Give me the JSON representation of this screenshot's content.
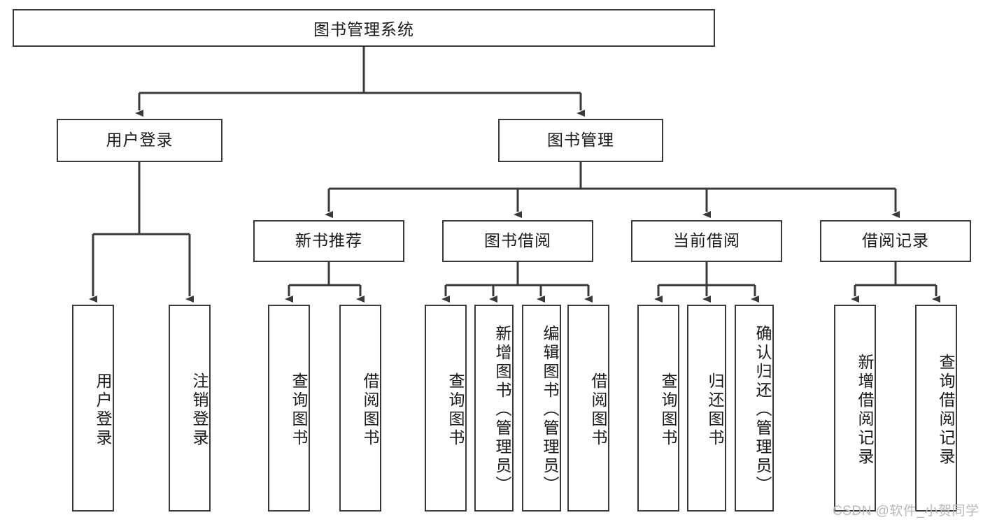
{
  "diagram": {
    "title": "图书管理系统",
    "type": "tree-hierarchy",
    "watermark": "CSDN @软件_小贺同学",
    "colors": {
      "box_border": "#3a3a3a",
      "box_fill": "#ffffff",
      "edge": "#3a3a3a",
      "text": "#1a1a1a",
      "watermark": "#b9b9b9",
      "background": "#ffffff"
    }
  },
  "nodes": {
    "root": {
      "label": "图书管理系统"
    },
    "level2": [
      {
        "id": "user-login",
        "label": "用户登录"
      },
      {
        "id": "book-manage",
        "label": "图书管理"
      }
    ],
    "level3": [
      {
        "id": "new-book-recommend",
        "label": "新书推荐"
      },
      {
        "id": "book-borrow",
        "label": "图书借阅"
      },
      {
        "id": "current-borrow",
        "label": "当前借阅"
      },
      {
        "id": "borrow-record",
        "label": "借阅记录"
      }
    ],
    "leaves": {
      "user_login": [
        {
          "id": "leaf-user-login",
          "label": "用户登录"
        },
        {
          "id": "leaf-user-logout",
          "label": "注销登录"
        }
      ],
      "new_book_recommend": [
        {
          "id": "leaf-query-book-1",
          "label": "查询图书"
        },
        {
          "id": "leaf-borrow-book-1",
          "label": "借阅图书"
        }
      ],
      "book_borrow": [
        {
          "id": "leaf-query-book-2",
          "label": "查询图书"
        },
        {
          "id": "leaf-add-book",
          "label": "新增图书（管理员）"
        },
        {
          "id": "leaf-edit-book",
          "label": "编辑图书（管理员）"
        },
        {
          "id": "leaf-borrow-book-2",
          "label": "借阅图书"
        }
      ],
      "current_borrow": [
        {
          "id": "leaf-query-book-3",
          "label": "查询图书"
        },
        {
          "id": "leaf-return-book",
          "label": "归还图书"
        },
        {
          "id": "leaf-confirm-return",
          "label": "确认归还（管理员）"
        }
      ],
      "borrow_record": [
        {
          "id": "leaf-add-record",
          "label": "新增借阅记录"
        },
        {
          "id": "leaf-query-record",
          "label": "查询借阅记录"
        }
      ]
    }
  }
}
